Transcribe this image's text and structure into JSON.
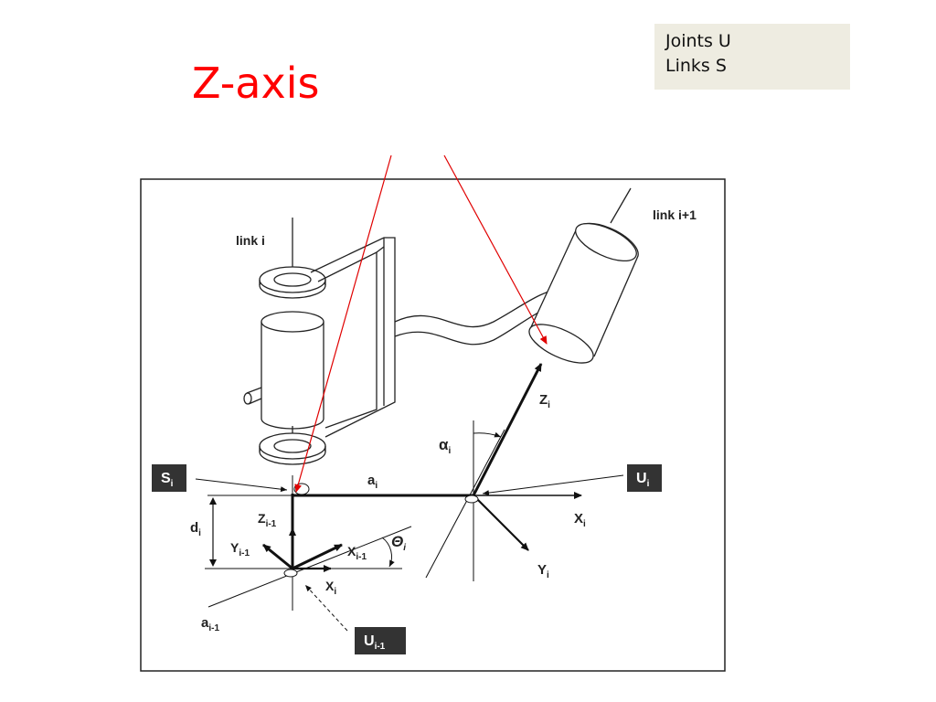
{
  "title": "Z-axis",
  "legend": {
    "line1": "Joints U",
    "line2": "Links S"
  },
  "diagram": {
    "link_i": "link i",
    "link_i1": "link i+1",
    "S_main": "S",
    "S_sub": "i",
    "U_main": "U",
    "U_sub": "i",
    "U_prev_main": "U",
    "U_prev_sub": "i-1",
    "a_main": "a",
    "a_sub": "i",
    "a_prev_main": "a",
    "a_prev_sub": "i-1",
    "d_main": "d",
    "d_sub": "i",
    "alpha_main": "α",
    "alpha_sub": "i",
    "theta_main": "Θ",
    "theta_sub": "i",
    "Zi_main": "Z",
    "Zi_sub": "i",
    "Xi_main": "X",
    "Xi_sub": "i",
    "Yi_main": "Y",
    "Yi_sub": "i",
    "Zprev_main": "Z",
    "Zprev_sub": "i-1",
    "Yprev_main": "Y",
    "Yprev_sub": "i-1",
    "Xprev_main": "X",
    "Xprev_sub": "i-1",
    "Xi_low_main": "X",
    "Xi_low_sub": "i"
  },
  "colors": {
    "title": "#ff0000",
    "pointer": "#e00000",
    "legend_bg": "#eeece1",
    "label_box": "#333333"
  }
}
